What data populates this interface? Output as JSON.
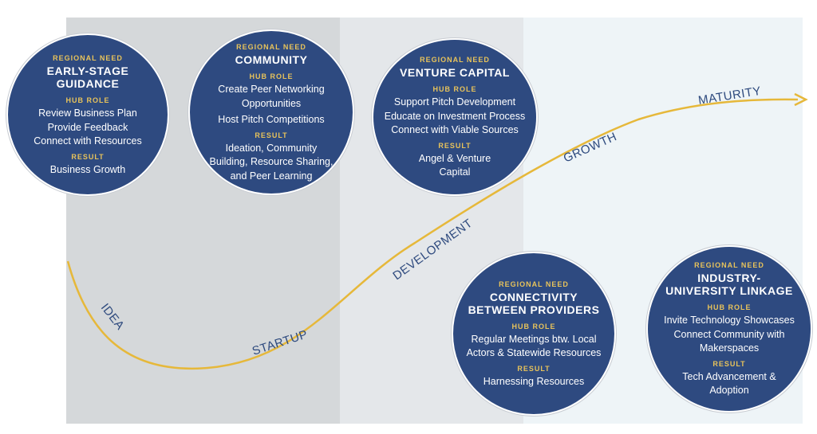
{
  "stages": [
    "IDEA",
    "STARTUP",
    "DEVELOPMENT",
    "GROWTH",
    "MATURITY"
  ],
  "colors": {
    "circle": "#2e4a80",
    "curve": "#e6b83a",
    "tag": "#e8c35a",
    "stage_text": "#2e4a7e"
  },
  "circles": [
    {
      "need_tag": "REGIONAL NEED",
      "title": [
        "EARLY-STAGE",
        "GUIDANCE"
      ],
      "role_tag": "HUB ROLE",
      "role": [
        "Review Business Plan",
        "Provide Feedback",
        "Connect with Resources"
      ],
      "result_tag": "RESULT",
      "result": [
        "Business Growth"
      ]
    },
    {
      "need_tag": "REGIONAL NEED",
      "title": [
        "COMMUNITY"
      ],
      "role_tag": "HUB ROLE",
      "role": [
        "Create Peer Networking",
        "Opportunities",
        "Host Pitch Competitions"
      ],
      "result_tag": "RESULT",
      "result": [
        "Ideation, Community",
        "Building, Resource Sharing,",
        "and Peer Learning"
      ]
    },
    {
      "need_tag": "REGIONAL NEED",
      "title": [
        "VENTURE CAPITAL"
      ],
      "role_tag": "HUB ROLE",
      "role": [
        "Support Pitch Development",
        "Educate on Investment Process",
        "Connect with Viable Sources"
      ],
      "result_tag": "RESULT",
      "result": [
        "Angel & Venture",
        "Capital"
      ]
    },
    {
      "need_tag": "REGIONAL NEED",
      "title": [
        "CONNECTIVITY",
        "BETWEEN PROVIDERS"
      ],
      "role_tag": "HUB ROLE",
      "role": [
        "Regular Meetings btw. Local",
        "Actors & Statewide Resources"
      ],
      "result_tag": "RESULT",
      "result": [
        "Harnessing Resources"
      ]
    },
    {
      "need_tag": "REGIONAL NEED",
      "title": [
        "INDUSTRY-",
        "UNIVERSITY LINKAGE"
      ],
      "role_tag": "HUB ROLE",
      "role": [
        "Invite Technology Showcases",
        "Connect Community with",
        "Makerspaces"
      ],
      "result_tag": "RESULT",
      "result": [
        "Tech Advancement &",
        "Adoption"
      ]
    }
  ]
}
